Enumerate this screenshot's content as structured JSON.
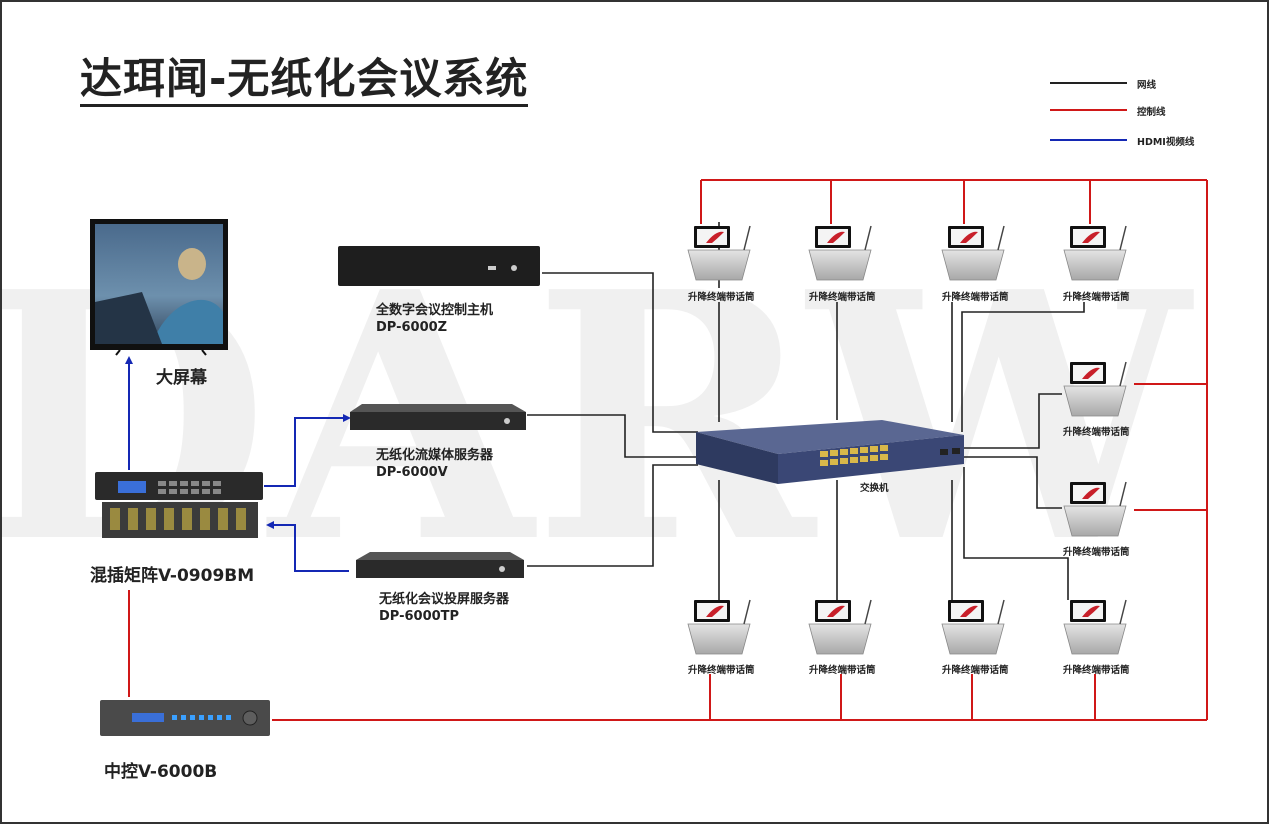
{
  "title": "达珥闻-无纸化会议系统",
  "watermark": "DARW",
  "legend": [
    {
      "label": "网线",
      "color": "#222222"
    },
    {
      "label": "控制线",
      "color": "#d01818"
    },
    {
      "label": "HDMI视频线",
      "color": "#1428b4"
    }
  ],
  "devices": {
    "screen": {
      "label": "大屏幕"
    },
    "matrix": {
      "label": "混插矩阵V-0909BM"
    },
    "controller": {
      "label": "中控V-6000B"
    },
    "host": {
      "line1": "全数字会议控制主机",
      "line2": "DP-6000Z"
    },
    "media": {
      "line1": "无纸化流媒体服务器",
      "line2": "DP-6000V"
    },
    "projection": {
      "line1": "无纸化会议投屏服务器",
      "line2": "DP-6000TP"
    },
    "switch": {
      "label": "交换机"
    }
  },
  "terminal_label": "升降终端带话筒"
}
